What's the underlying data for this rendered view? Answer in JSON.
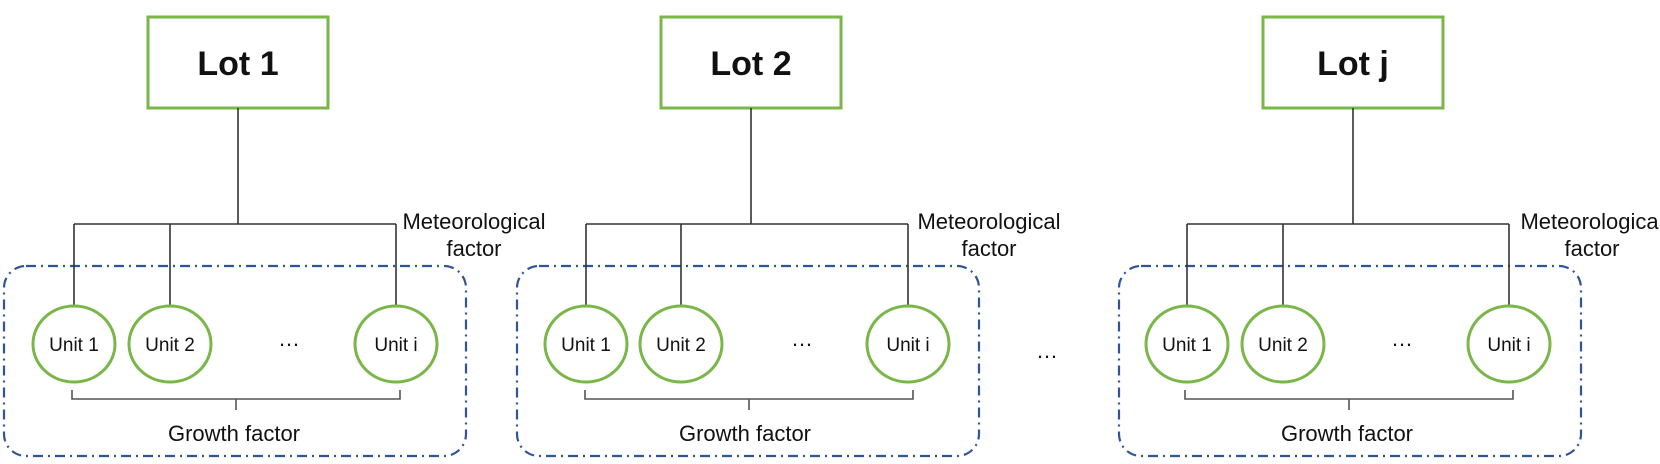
{
  "diagram": {
    "lots": [
      {
        "title": "Lot 1",
        "units": [
          "Unit 1",
          "Unit 2",
          "Unit i"
        ],
        "ellipsis": "…",
        "meteorological_line1": "Meteorological",
        "meteorological_line2": "factor",
        "growth_label": "Growth factor"
      },
      {
        "title": "Lot 2",
        "units": [
          "Unit 1",
          "Unit 2",
          "Unit i"
        ],
        "ellipsis": "…",
        "meteorological_line1": "Meteorological",
        "meteorological_line2": "factor",
        "growth_label": "Growth factor"
      },
      {
        "title": "Lot j",
        "units": [
          "Unit 1",
          "Unit 2",
          "Unit i"
        ],
        "ellipsis": "…",
        "meteorological_line1": "Meteorological",
        "meteorological_line2": "factor",
        "growth_label": "Growth factor"
      }
    ],
    "between_groups_ellipsis": "…",
    "colors": {
      "lot_border": "#7ab648",
      "unit_border": "#7ab648",
      "group_border": "#2f5597",
      "connector": "#333333"
    }
  }
}
